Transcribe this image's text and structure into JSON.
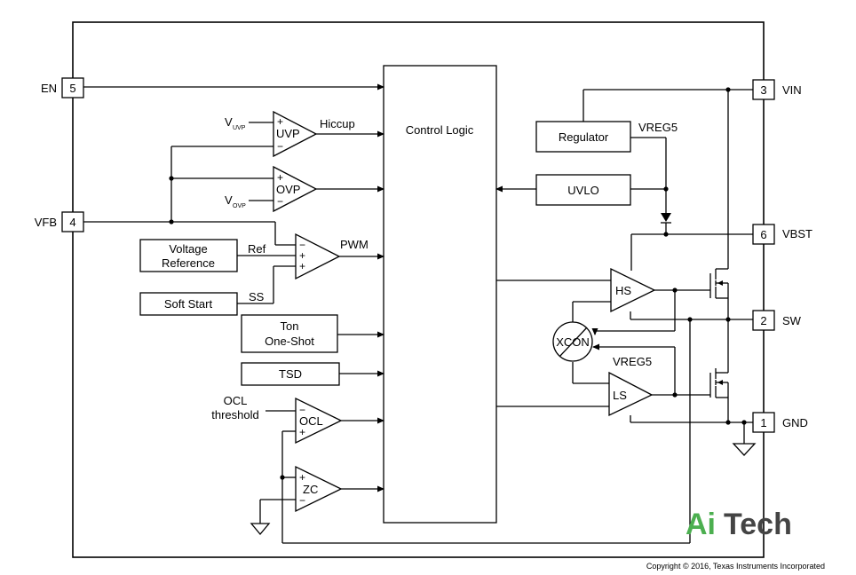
{
  "pins": [
    {
      "num": "5",
      "label": "EN"
    },
    {
      "num": "4",
      "label": "VFB"
    },
    {
      "num": "3",
      "label": "VIN"
    },
    {
      "num": "6",
      "label": "VBST"
    },
    {
      "num": "2",
      "label": "SW"
    },
    {
      "num": "1",
      "label": "GND"
    }
  ],
  "blocks": {
    "control_logic": "Control Logic",
    "regulator": "Regulator",
    "uvlo": "UVLO",
    "voltage_reference_line1": "Voltage",
    "voltage_reference_line2": "Reference",
    "soft_start": "Soft Start",
    "ton_line1": "Ton",
    "ton_line2": "One-Shot",
    "tsd": "TSD"
  },
  "comparators": {
    "uvp": "UVP",
    "ovp": "OVP",
    "ocl": "OCL",
    "zc": "ZC",
    "hs": "HS",
    "ls": "LS",
    "xcon": "XCON"
  },
  "signals": {
    "hiccup": "Hiccup",
    "pwm": "PWM",
    "ref": "Ref",
    "ss": "SS",
    "vreg5_top": "VREG5",
    "vreg5_ls": "VREG5",
    "ocl_threshold_line1": "OCL",
    "ocl_threshold_line2": "threshold",
    "vuvp_main": "V",
    "vuvp_sub": "UVP",
    "vovp_main": "V",
    "vovp_sub": "OVP",
    "plus": "+",
    "minus": "−"
  },
  "footer": {
    "copyright": "Copyright © 2016, Texas Instruments Incorporated",
    "watermark_ai": "Ai",
    "watermark_tech": "Tech"
  }
}
